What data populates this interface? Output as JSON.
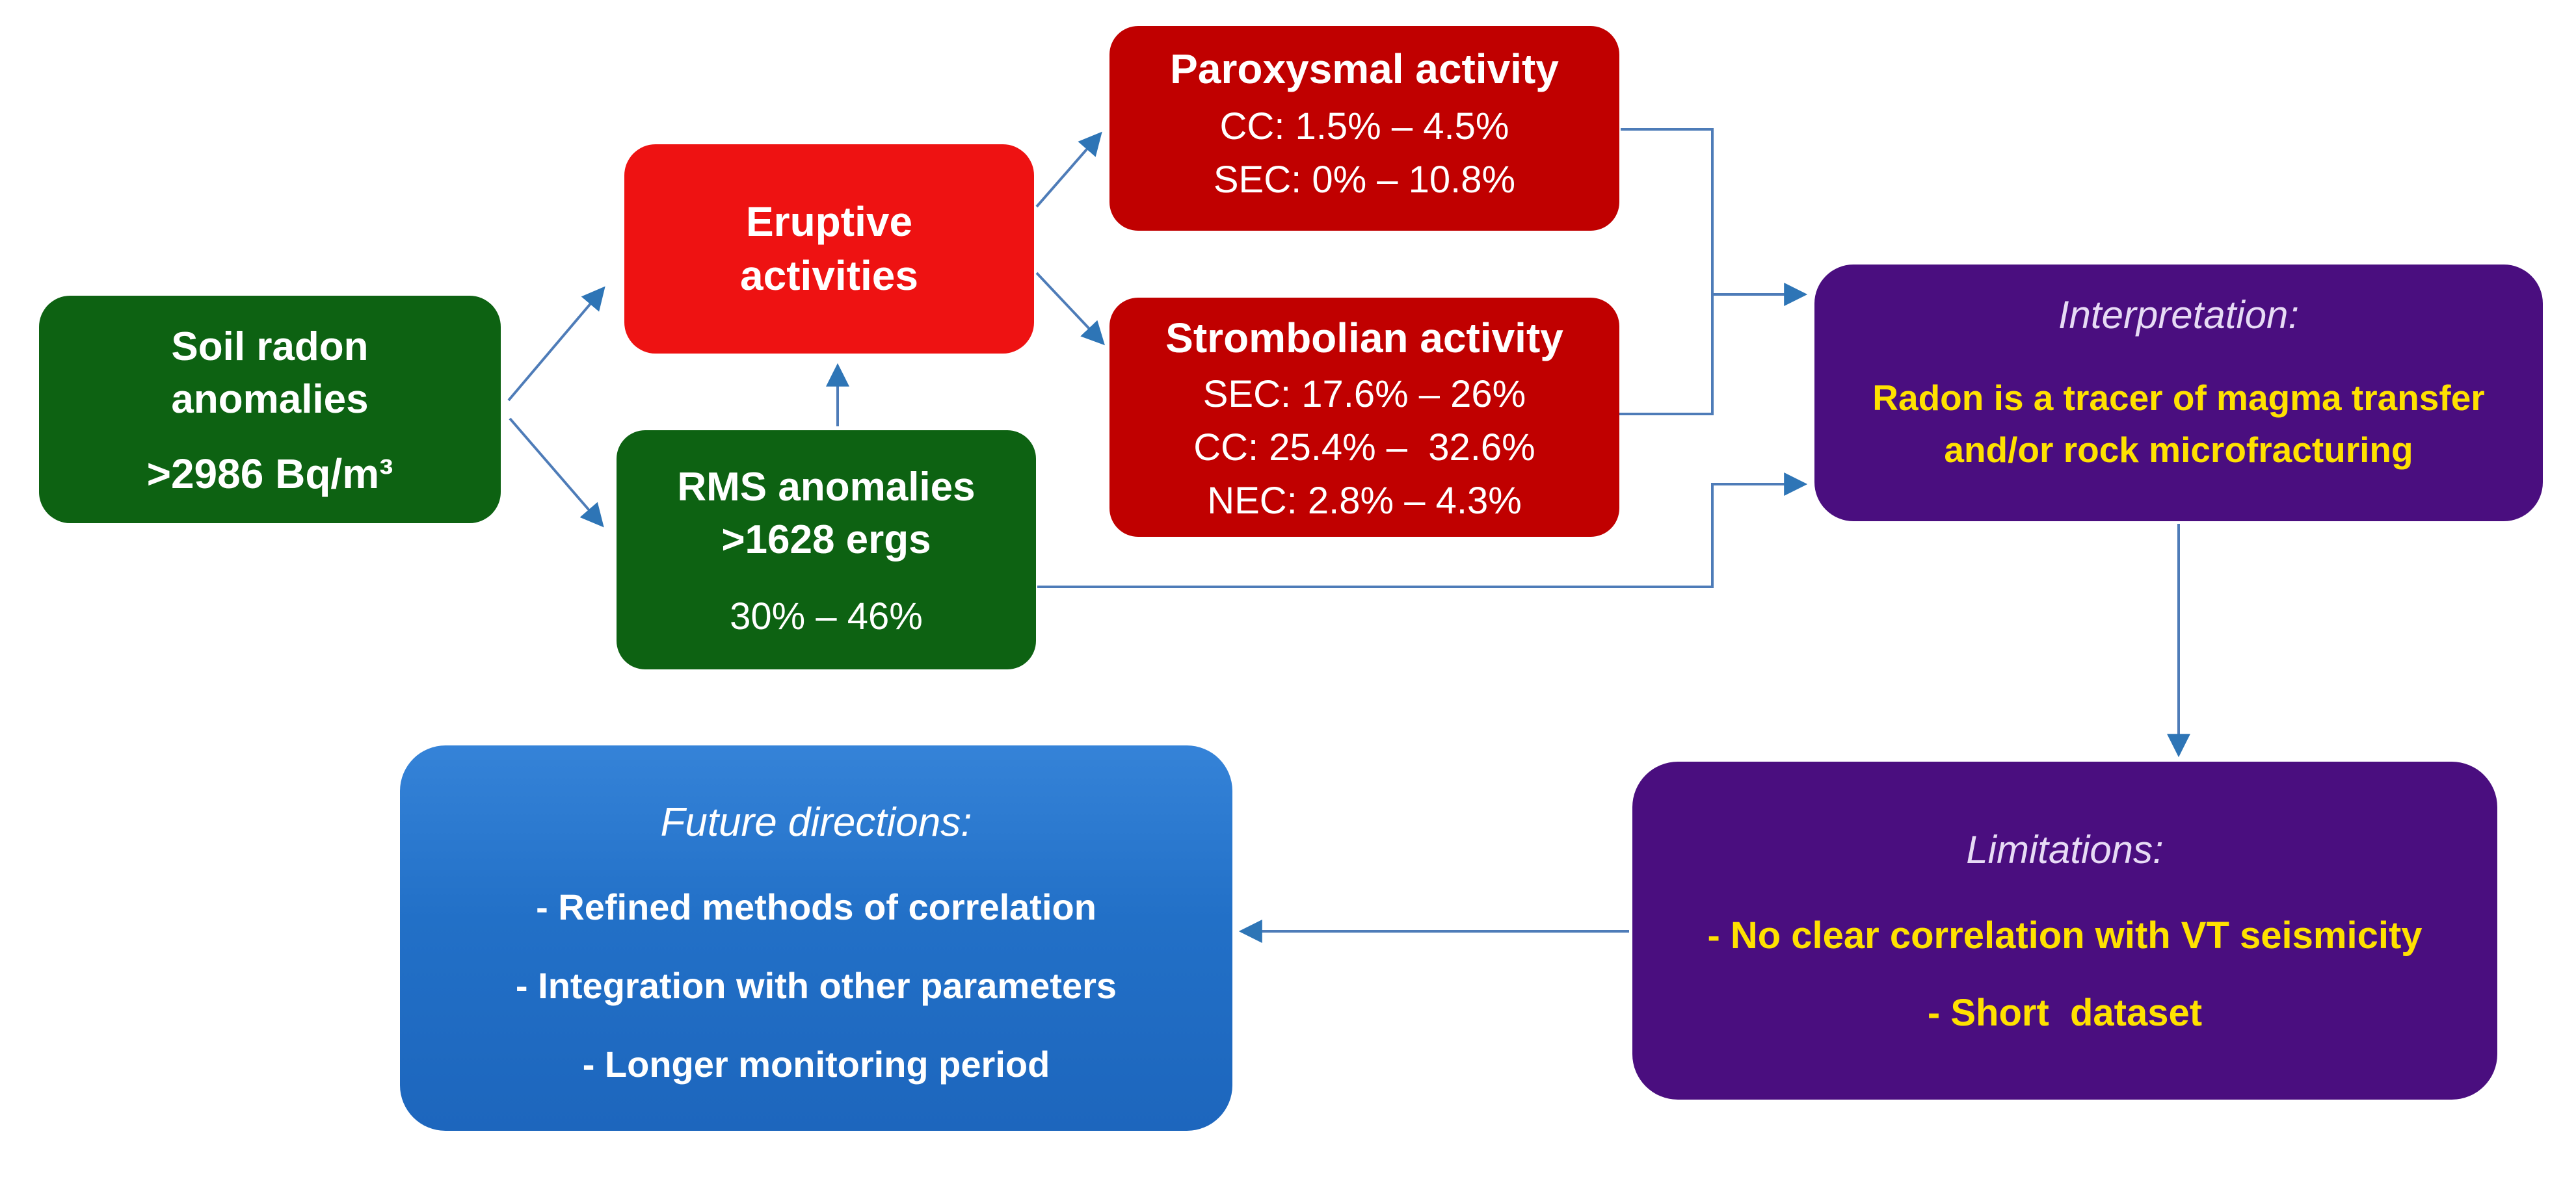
{
  "diagram": {
    "background_color": "#FFFFFF",
    "arrow_line_color": "#4E7CB8",
    "arrow_head_color": "#2E75B6",
    "nodes": {
      "soil_radon": {
        "line1": "Soil radon",
        "line2": "anomalies",
        "threshold": ">2986 Bq/m³",
        "bg_color": "#0D6212",
        "text_color": "#FFFFFF"
      },
      "eruptive": {
        "line1": "Eruptive",
        "line2": "activities",
        "bg_color": "#EE1212",
        "text_color": "#FFFFFF"
      },
      "paroxysmal": {
        "title": "Paroxysmal activity",
        "cc_range": "CC: 1.5% – 4.5%",
        "sec_range": "SEC: 0% – 10.8%",
        "bg_color": "#C00000",
        "text_color": "#FFFFFF"
      },
      "strombolian": {
        "title": "Strombolian activity",
        "sec_range": "SEC: 17.6% – 26%",
        "cc_range": "CC: 25.4% –  32.6%",
        "nec_range": "NEC: 2.8% – 4.3%",
        "bg_color": "#C00000",
        "text_color": "#FFFFFF"
      },
      "rms": {
        "line1": "RMS anomalies",
        "line2": ">1628 ergs",
        "range": "30% – 46%",
        "bg_color": "#0D6212",
        "text_color": "#FFFFFF"
      },
      "interpretation": {
        "title": "Interpretation:",
        "body_line1": "Radon is a tracer of magma transfer",
        "body_line2": "and/or rock microfracturing",
        "bg_color": "#4A0E7F",
        "title_color": "#E7DBF5",
        "body_color": "#FFE100"
      },
      "limitations": {
        "title": "Limitations:",
        "bullet1": "- No clear correlation with VT seismicity",
        "bullet2": "- Short  dataset",
        "bg_color": "#4A0E7F",
        "title_color": "#E7DBF5",
        "bullet_color": "#FFE100"
      },
      "future": {
        "title": "Future directions:",
        "bullet1": "- Refined methods of correlation",
        "bullet2": "- Integration with other parameters",
        "bullet3": "- Longer monitoring period",
        "bg_color_top": "#3583D8",
        "bg_color_bottom": "#1D66BD",
        "text_color": "#FFFFFF"
      }
    }
  }
}
